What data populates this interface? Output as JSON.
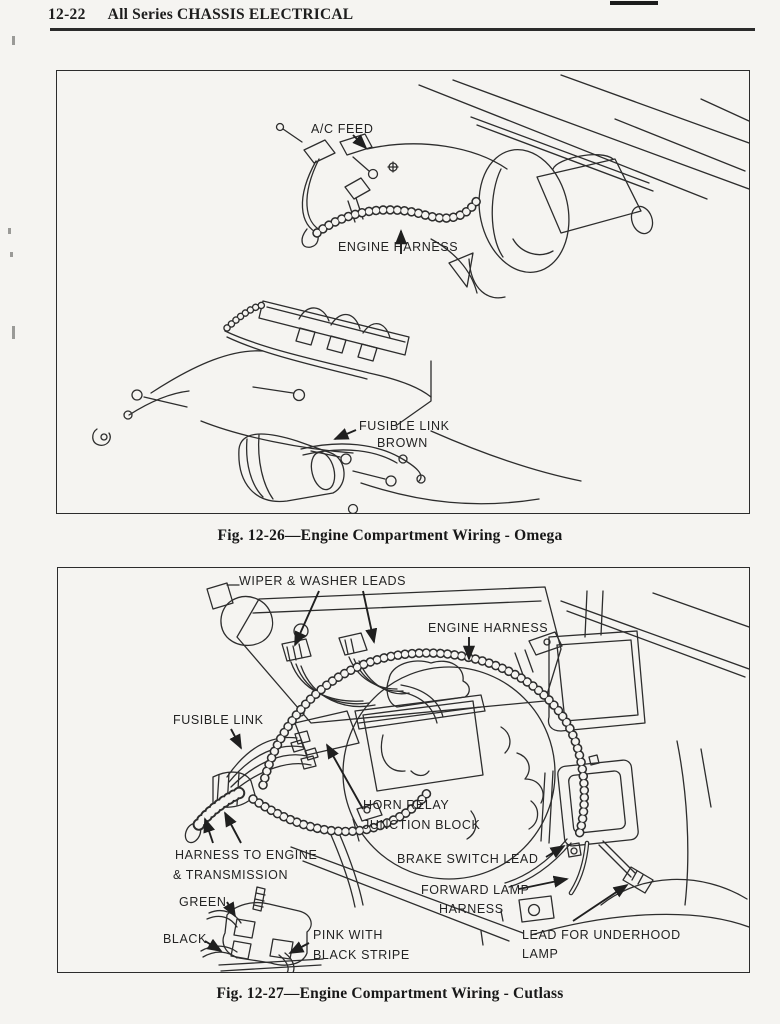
{
  "header": {
    "page_number": "12-22",
    "title": "All Series CHASSIS ELECTRICAL"
  },
  "figure_omega": {
    "caption": "Fig. 12-26—Engine Compartment Wiring - Omega",
    "labels": {
      "ac_feed": "A/C FEED",
      "engine_harness": "ENGINE HARNESS",
      "fusible_link_1": "FUSIBLE LINK",
      "fusible_link_2": "BROWN"
    }
  },
  "figure_cutlass": {
    "caption": "Fig. 12-27—Engine Compartment Wiring - Cutlass",
    "labels": {
      "wiper_washer": "WIPER & WASHER LEADS",
      "engine_harness": "ENGINE HARNESS",
      "fusible_link": "FUSIBLE LINK",
      "horn_relay_1": "HORN RELAY",
      "horn_relay_2": "JUNCTION BLOCK",
      "harness_engine_1": "HARNESS TO ENGINE",
      "harness_engine_2": "& TRANSMISSION",
      "brake_switch": "BRAKE SWITCH LEAD",
      "forward_lamp_1": "FORWARD LAMP",
      "forward_lamp_2": "HARNESS",
      "green": "GREEN",
      "black": "BLACK",
      "pink_1": "PINK WITH",
      "pink_2": "BLACK STRIPE",
      "underhood_1": "LEAD FOR UNDERHOOD",
      "underhood_2": "LAMP"
    }
  },
  "colors": {
    "ink": "#2d2d2d",
    "paper": "#f5f4f1"
  }
}
